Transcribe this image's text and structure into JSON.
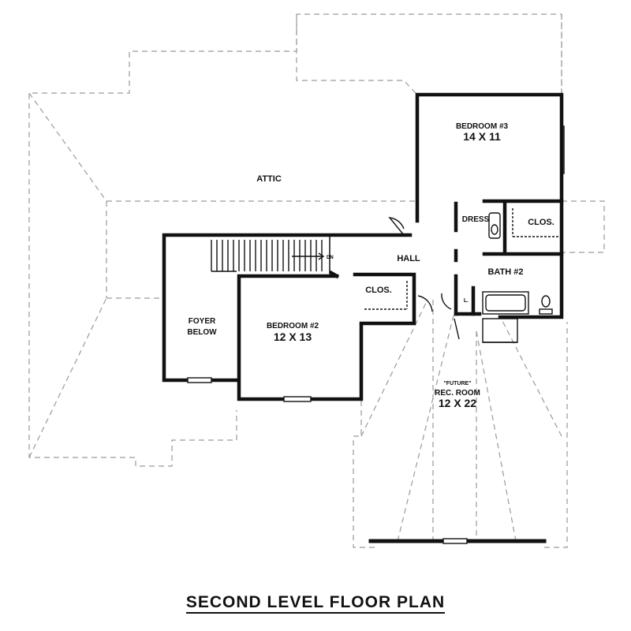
{
  "title": "SECOND LEVEL FLOOR PLAN",
  "colors": {
    "wall": "#111111",
    "dashed": "#9a9a9a",
    "background": "#ffffff"
  },
  "rooms": {
    "attic": {
      "name": "ATTIC"
    },
    "bedroom3": {
      "name": "BEDROOM #3",
      "size": "14 X 11"
    },
    "dress": {
      "name": "DRESS"
    },
    "clos_bed3": {
      "name": "CLOS."
    },
    "hall": {
      "name": "HALL"
    },
    "bath2": {
      "name": "BATH #2"
    },
    "clos_bed2": {
      "name": "CLOS."
    },
    "foyer": {
      "name_line1": "FOYER",
      "name_line2": "BELOW"
    },
    "bedroom2": {
      "name": "BEDROOM #2",
      "size": "12 X 13"
    },
    "rec_room": {
      "tag": "\"FUTURE\"",
      "name": "REC. ROOM",
      "size": "12 X 22"
    },
    "linen": {
      "name": "L."
    }
  },
  "stairs": {
    "label": "DN"
  }
}
